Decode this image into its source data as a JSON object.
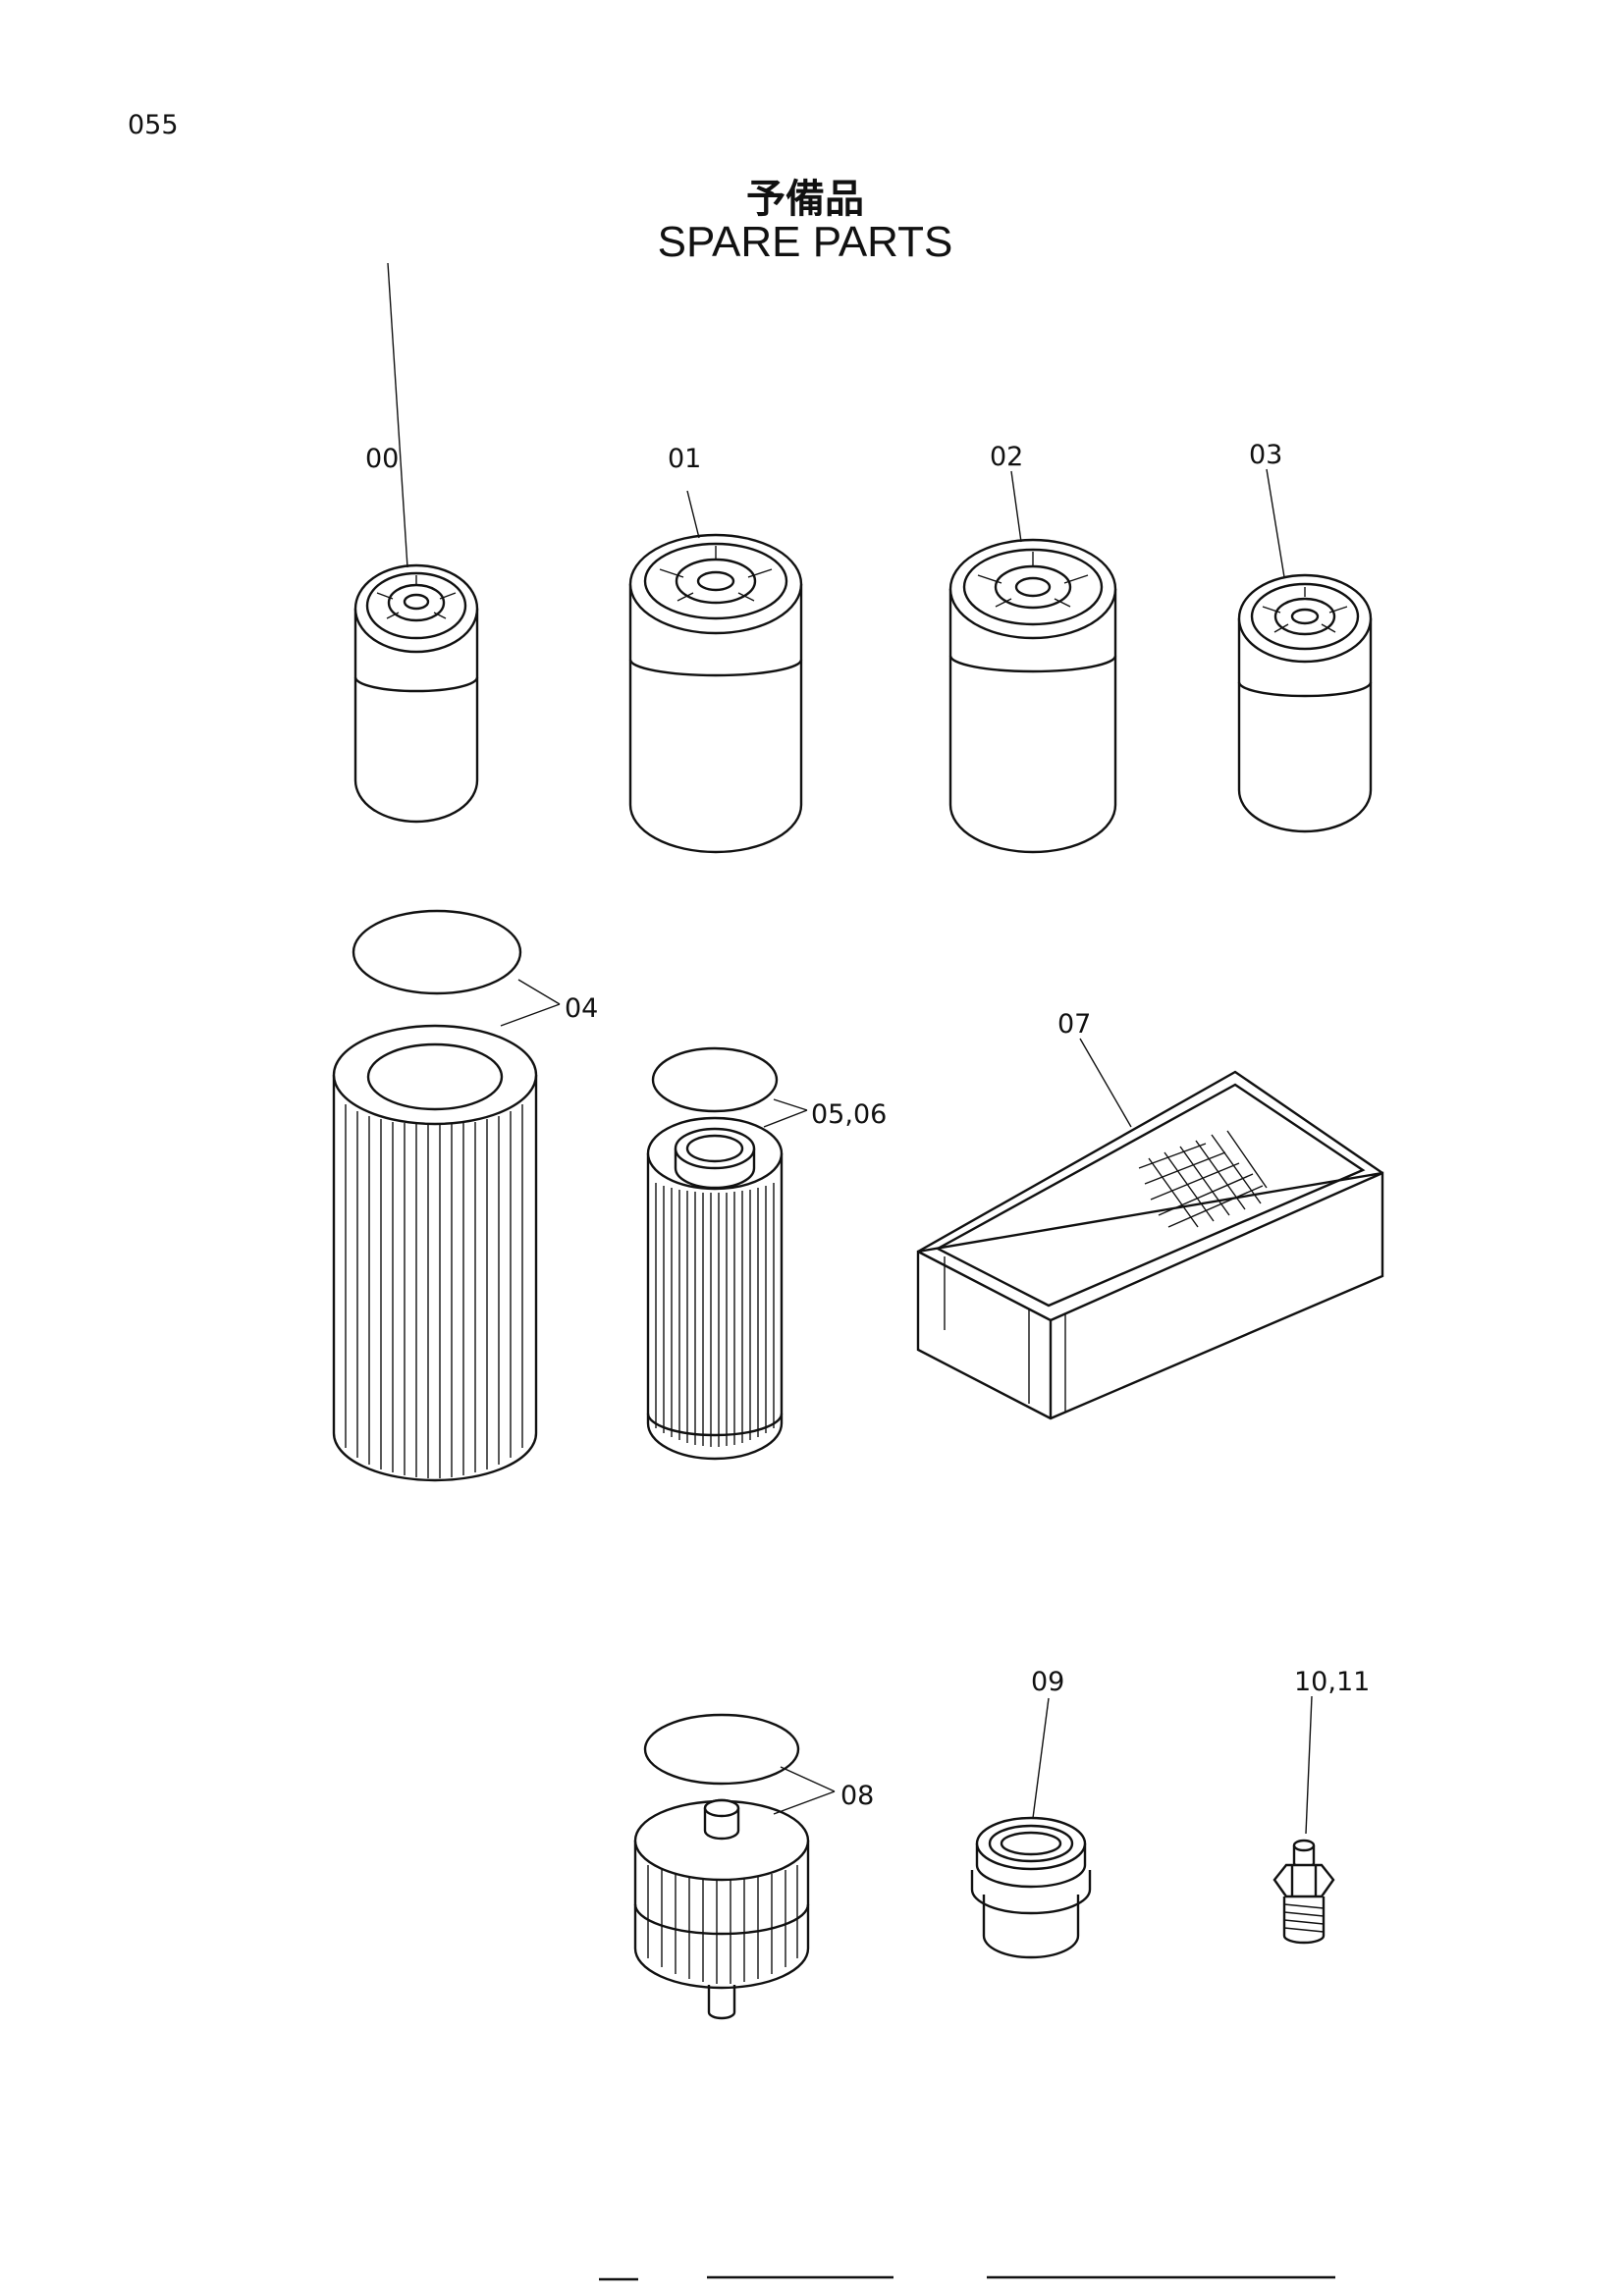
{
  "page": {
    "number": "055"
  },
  "title": {
    "japanese": "予備品",
    "english": "SPARE PARTS"
  },
  "callouts": [
    {
      "id": "00",
      "label": "00"
    },
    {
      "id": "01",
      "label": "01"
    },
    {
      "id": "02",
      "label": "02"
    },
    {
      "id": "03",
      "label": "03"
    },
    {
      "id": "04",
      "label": "04"
    },
    {
      "id": "05-06",
      "label": "05,06"
    },
    {
      "id": "07",
      "label": "07"
    },
    {
      "id": "08",
      "label": "08"
    },
    {
      "id": "09",
      "label": "09"
    },
    {
      "id": "10-11",
      "label": "10,11"
    }
  ]
}
